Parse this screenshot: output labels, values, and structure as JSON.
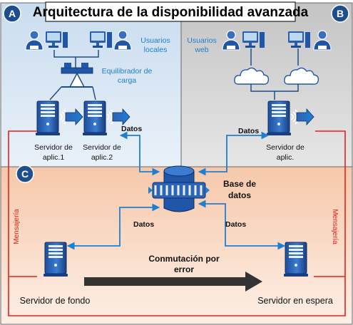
{
  "title": "Arquitectura de la disponibilidad avanzada",
  "zones": {
    "a": {
      "badge": "A",
      "users_label_1": "Usuarios",
      "users_label_2": "locales",
      "lb_label_1": "Equilibrador de",
      "lb_label_2": "carga",
      "server1_label_1": "Servidor de",
      "server1_label_2": "aplic.1",
      "server2_label_1": "Servidor de",
      "server2_label_2": "aplic.2",
      "data_label": "Datos"
    },
    "b": {
      "badge": "B",
      "users_label_1": "Usuarios",
      "users_label_2": "web",
      "server_label_1": "Servidor de",
      "server_label_2": "aplic.",
      "data_label": "Datos"
    },
    "c": {
      "badge": "C",
      "db_label_1": "Base de",
      "db_label_2": "datos",
      "left_data_label": "Datos",
      "right_data_label": "Datos",
      "failover_label_1": "Conmutación por",
      "failover_label_2": "error",
      "backend_label": "Servidor de fondo",
      "standby_label": "Servidor en espera",
      "messaging_left": "Mensajería",
      "messaging_right": "Mensajería"
    }
  },
  "colors": {
    "zone_a": "#dce8f3",
    "zone_b": "#d4d4d4",
    "zone_c": "#fbe3d3",
    "badge": "#1f4e8c",
    "accent_blue": "#1e7fd0",
    "messaging_red": "#e8201a",
    "arrow_dark": "#333333"
  }
}
